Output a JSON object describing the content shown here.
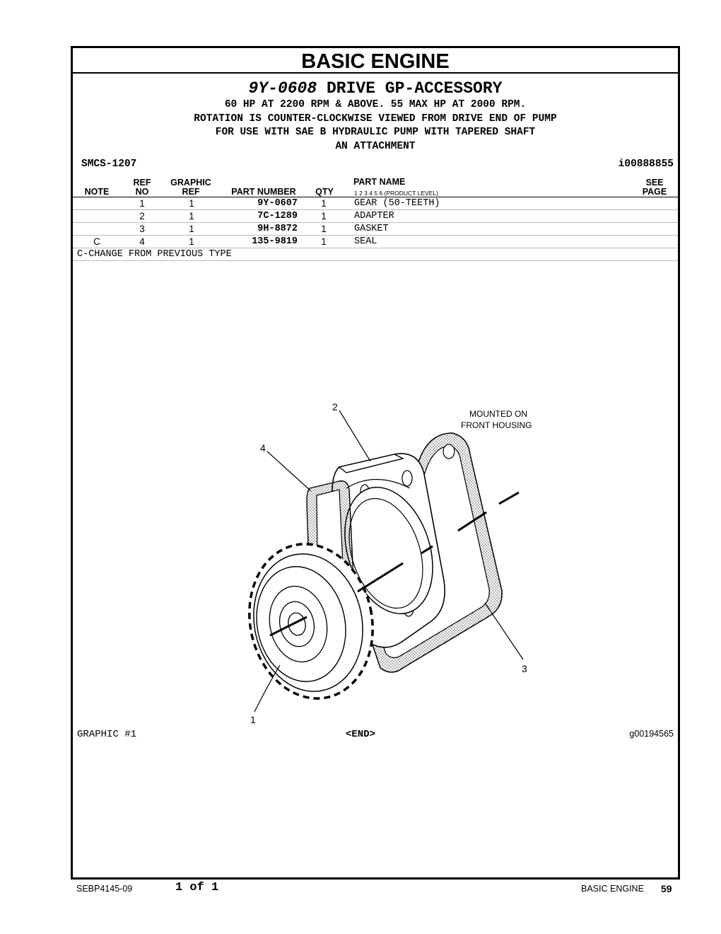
{
  "header": {
    "title": "BASIC ENGINE"
  },
  "group": {
    "part_number": "9Y-0608",
    "name": "DRIVE GP-ACCESSORY",
    "desc_lines": [
      "60 HP AT 2200 RPM & ABOVE. 55 MAX HP AT 2000 RPM.",
      "ROTATION IS COUNTER-CLOCKWISE VIEWED FROM DRIVE END OF PUMP",
      "FOR USE WITH SAE B HYDRAULIC PUMP WITH TAPERED SHAFT",
      "AN ATTACHMENT"
    ],
    "smcs": "SMCS-1207",
    "id": "i00888855"
  },
  "columns": {
    "note": "NOTE",
    "ref_top": "REF",
    "ref_bottom": "NO",
    "graphic_top": "GRAPHIC",
    "graphic_bottom": "REF",
    "part_number": "PART NUMBER",
    "qty": "QTY",
    "part_name": "PART NAME",
    "levels": "1   2   3   4   5   6   (PRODUCT LEVEL)",
    "see_top": "SEE",
    "see_bottom": "PAGE"
  },
  "rows": [
    {
      "note": "",
      "ref": "1",
      "graphic": "1",
      "part": "9Y-0607",
      "qty": "1",
      "name": "GEAR (50-TEETH)"
    },
    {
      "note": "",
      "ref": "2",
      "graphic": "1",
      "part": "7C-1289",
      "qty": "1",
      "name": "ADAPTER"
    },
    {
      "note": "",
      "ref": "3",
      "graphic": "1",
      "part": "9H-8872",
      "qty": "1",
      "name": "GASKET"
    },
    {
      "note": "C",
      "ref": "4",
      "graphic": "1",
      "part": "135-9819",
      "qty": "1",
      "name": "SEAL"
    }
  ],
  "change_note": "C-CHANGE FROM PREVIOUS TYPE",
  "figure": {
    "callouts": [
      "1",
      "2",
      "3",
      "4"
    ],
    "mounted_line1": "MOUNTED ON",
    "mounted_line2": "FRONT HOUSING",
    "graphic_label": "GRAPHIC #1",
    "end_label": "<END>",
    "graphic_id": "g00194565"
  },
  "footer": {
    "doc": "SEBP4145-09",
    "pages": "1 of 1",
    "section": "BASIC ENGINE",
    "page_no": "59"
  }
}
